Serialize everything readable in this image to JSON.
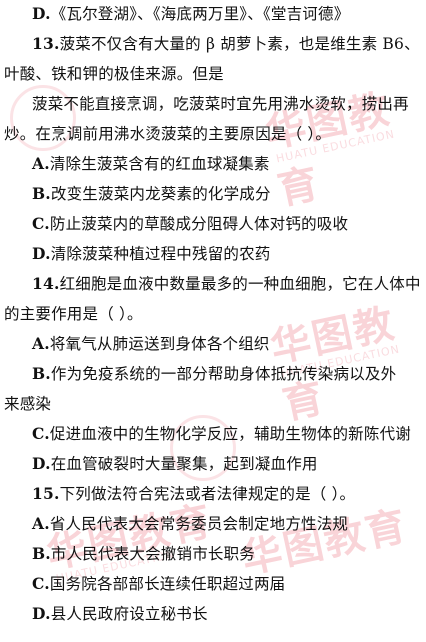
{
  "lines": [
    {
      "label": "D.",
      "text": "《瓦尔登湖》、《海底两万里》、《堂吉诃德》"
    },
    {
      "label": "13.",
      "text": "菠菜不仅含有大量的 β 胡萝卜素，也是维生素 B6、"
    },
    {
      "text": "叶酸、铁和钾的极佳来源。但是"
    },
    {
      "text": "菠菜不能直接烹调，吃菠菜时宜先用沸水烫软，捞出再"
    },
    {
      "text": "炒。在烹调前用沸水烫菠菜的主要原因是（        ）。"
    },
    {
      "label": "A.",
      "text": "清除生菠菜含有的红血球凝集素"
    },
    {
      "label": "B.",
      "text": "改变生菠菜内龙葵素的化学成分"
    },
    {
      "label": "C.",
      "text": "防止菠菜内的草酸成分阻碍人体对钙的吸收"
    },
    {
      "label": "D.",
      "text": "清除菠菜种植过程中残留的农药"
    },
    {
      "label": "14.",
      "text": "红细胞是血液中数量最多的一种血细胞，它在人体中"
    },
    {
      "text": "的主要作用是（      ）。"
    },
    {
      "label": "A.",
      "text": "将氧气从肺运送到身体各个组织"
    },
    {
      "label": "B.",
      "text": "作为免疫系统的一部分帮助身体抵抗传染病以及外"
    },
    {
      "text": "来感染"
    },
    {
      "label": "C.",
      "text": "促进血液中的生物化学反应，辅助生物体的新陈代谢"
    },
    {
      "label": "D.",
      "text": "在血管破裂时大量聚集，起到凝血作用"
    },
    {
      "label": "15.",
      "text": "下列做法符合宪法或者法律规定的是（        ）。"
    },
    {
      "label": "A.",
      "text": "省人民代表大会常务委员会制定地方性法规"
    },
    {
      "label": "B.",
      "text": "市人民代表大会撤销市长职务"
    },
    {
      "label": "C.",
      "text": "国务院各部部长连续任职超过两届"
    },
    {
      "label": "D.",
      "text": "县人民政府设立秘书长"
    }
  ],
  "watermark": {
    "brand_cn": "华图教育",
    "brand_en": "HUATU EDUCATION",
    "color": "#e0283c"
  }
}
